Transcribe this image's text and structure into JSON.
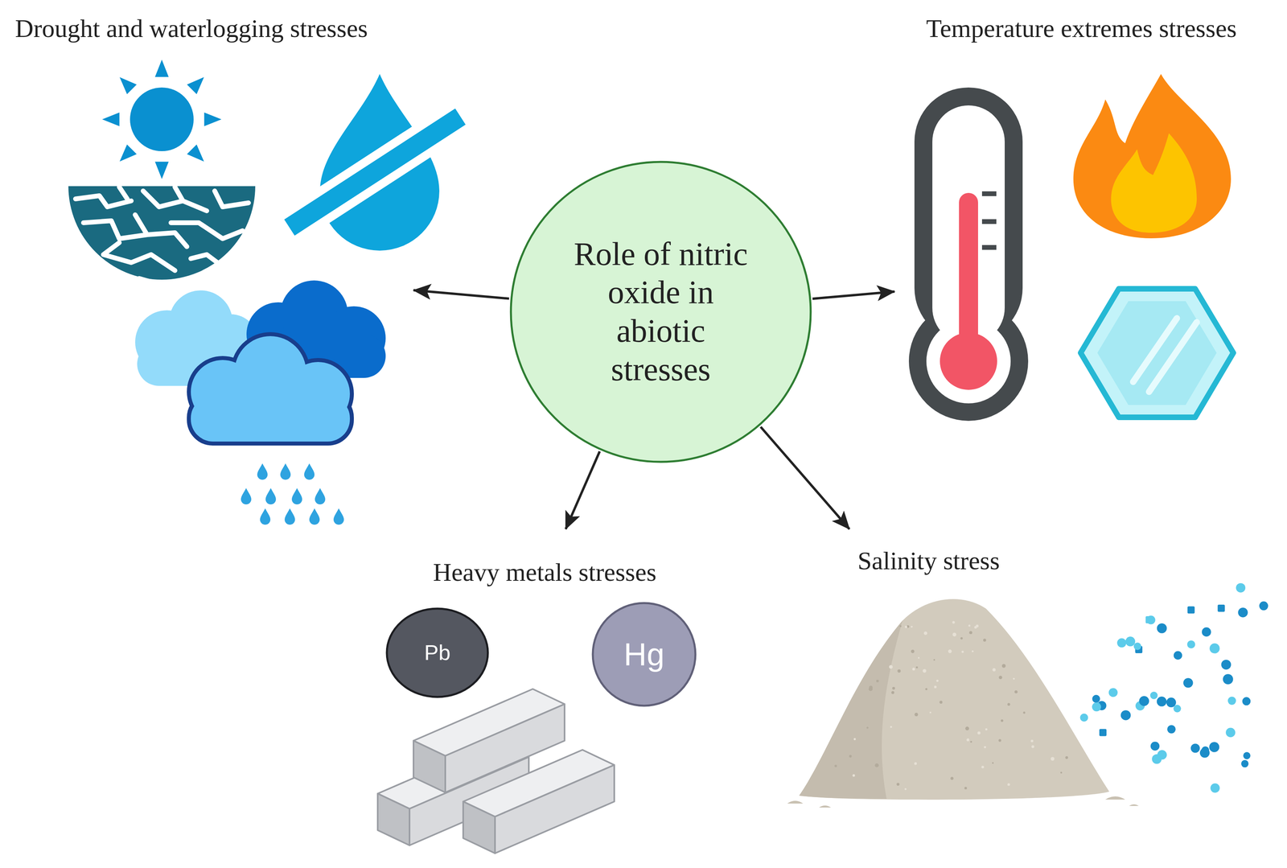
{
  "diagram": {
    "nodes": [
      {
        "text": [
          "Drought and waterlogging stresses"
        ]
      },
      {
        "text": [
          "Temperature extremes stresses"
        ]
      },
      {
        "text": [
          "Role of nitric oxide in abiotic stresses"
        ]
      },
      {
        "text": [
          "Heavy metals stresses"
        ]
      },
      {
        "text": [
          "Pb"
        ],
        "in": 3
      },
      {
        "text": [
          "Hg"
        ],
        "in": 3
      },
      {
        "text": [
          "Salinity stress"
        ]
      }
    ],
    "edges": [
      {
        "from": 2,
        "to": 0,
        "arrow": "to"
      },
      {
        "from": 2,
        "to": 1,
        "arrow": "to"
      },
      {
        "from": 2,
        "to": 3,
        "arrow": "to"
      },
      {
        "from": 2,
        "to": 6,
        "arrow": "to"
      }
    ]
  }
}
